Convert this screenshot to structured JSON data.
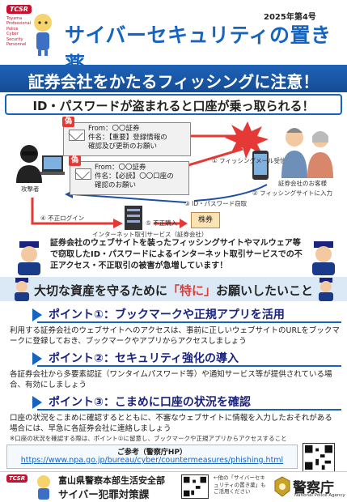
{
  "header": {
    "logo_tag": "TCSR",
    "logo_lines": [
      "Toyama",
      "Professional",
      "Police",
      "Cyber",
      "Security",
      "Personnel"
    ],
    "issue": "2025年第4号",
    "title": "サイバーセキュリティの置き薬"
  },
  "banner": "証券会社をかたるフィッシングに注意！",
  "subheading": "ID・パスワードが盗まれると口座が乗っ取られる！",
  "diagram": {
    "mail1": {
      "badge": "偽",
      "from": "From：〇〇証券",
      "subject": "件名：【重要】登録情報の",
      "subject2": "確認及び更新のお願い"
    },
    "mail2": {
      "badge": "偽",
      "from": "From：〇〇証券",
      "subject": "件名：【必読】〇〇口座の",
      "subject2": "確認のお願い"
    },
    "step1": "① フィッシングメール受信",
    "step2": "② フィッシングサイトに入力",
    "step3": "③ ID・パスワード窃取",
    "step4": "④ 不正ログイン",
    "step5": "⑤ 不正購入",
    "attacker": "攻撃者",
    "customer": "証券会社のお客様",
    "service": "インターネット取引サービス（証券会社）",
    "stock": "株券"
  },
  "notice": "証券会社のウェブサイトを装ったフィッシングサイトやマルウェア等で窃取したID・パスワードによるインターネット取引サービスでの不正アクセス・不正取引の被害が急増しています！",
  "section": {
    "pre": "大切な資産を守るために",
    "hl": "「特に」",
    "post": "お願いしたいこと"
  },
  "points": [
    {
      "head": "ポイント①：ブックマークや正規アプリを活用",
      "body": "利用する証券会社のウェブサイトへのアクセスは、事前に正しいウェブサイトのURLをブックマークに登録しておき、ブックマークやアプリからアクセスしましょう"
    },
    {
      "head": "ポイント②：セキュリティ強化の導入",
      "body": "各証券会社から多要素認証（ワンタイムパスワード等）や通知サービス等が提供されている場合、有効にしましょう"
    },
    {
      "head": "ポイント③：こまめに口座の状況を確認",
      "body": "口座の状況をこまめに確認するとともに、不審なウェブサイトに情報を入力したおそれがある場合には、早急に各証券会社に連絡しましょう",
      "note": "※口座の状況を確認する際は、ポイント①に留意し、ブックマークや正規アプリからアクセスすること"
    }
  ],
  "reference": {
    "title": "ご参考（警察庁HP）",
    "url": "https://www.npa.go.jp/bureau/cyber/countermeasures/phishing.html"
  },
  "footer": {
    "org1": "富山県警察本部生活安全部",
    "org2": "サイバー犯罪対策課",
    "note": "←他の「サイバーセキュリティの置き薬」もご活用ください",
    "npa": "警察庁",
    "npa_en": "National Police Agency"
  }
}
